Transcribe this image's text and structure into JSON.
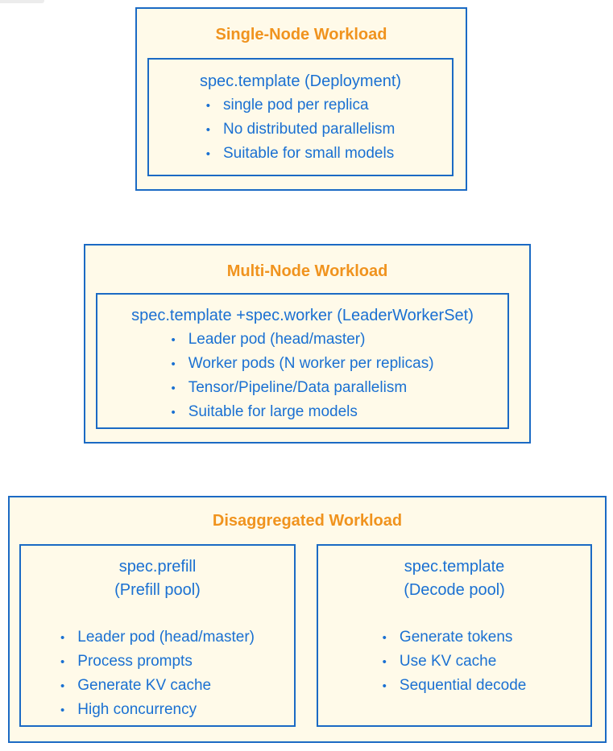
{
  "colors": {
    "page_bg": "#ffffff",
    "box_fill": "#fffae9",
    "border_blue": "#1b6ac4",
    "text_blue": "#1a70d2",
    "title_orange": "#f0931e"
  },
  "diagram": {
    "bullet_glyph": "•",
    "boxes": [
      {
        "title": "Single-Node Workload",
        "panels": [
          {
            "header_lines": [
              "spec.template (Deployment)"
            ],
            "bullets": [
              "single pod per replica",
              "No distributed parallelism",
              "Suitable for small models"
            ]
          }
        ]
      },
      {
        "title": "Multi-Node Workload",
        "panels": [
          {
            "header_lines": [
              "spec.template +spec.worker (LeaderWorkerSet)"
            ],
            "bullets": [
              "Leader pod (head/master)",
              "Worker pods (N worker per replicas)",
              "Tensor/Pipeline/Data parallelism",
              "Suitable for large models"
            ]
          }
        ]
      },
      {
        "title": "Disaggregated Workload",
        "panels": [
          {
            "header_lines": [
              "spec.prefill",
              "(Prefill pool)"
            ],
            "bullets": [
              "Leader pod (head/master)",
              "Process prompts",
              "Generate KV cache",
              "High concurrency"
            ]
          },
          {
            "header_lines": [
              "spec.template",
              "(Decode pool)"
            ],
            "bullets": [
              "Generate tokens",
              "Use KV cache",
              "Sequential decode"
            ]
          }
        ]
      }
    ]
  }
}
